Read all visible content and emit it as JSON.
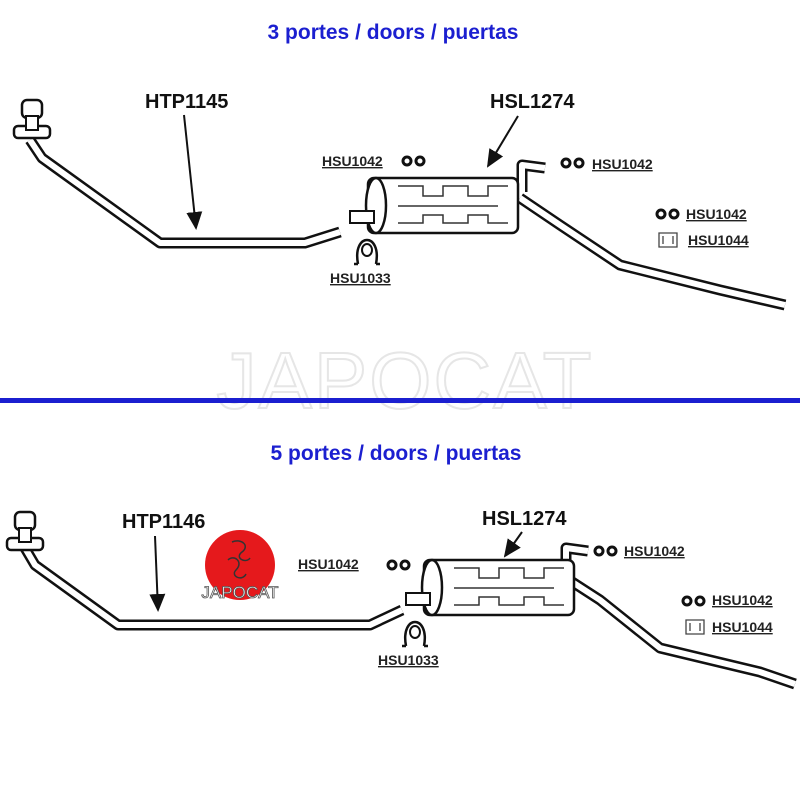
{
  "sections": [
    {
      "title": "3 portes / doors / puertas",
      "front_pipe": "HTP1145",
      "silencer": "HSL1274",
      "parts": {
        "rubber_left": "HSU1042",
        "rubber_right": "HSU1042",
        "rubber_rear": "HSU1042",
        "bracket": "HSU1044",
        "clamp": "HSU1033"
      }
    },
    {
      "title": "5 portes / doors / puertas",
      "front_pipe": "HTP1146",
      "silencer": "HSL1274",
      "parts": {
        "rubber_left": "HSU1042",
        "rubber_right": "HSU1042",
        "rubber_rear": "HSU1042",
        "bracket": "HSU1044",
        "clamp": "HSU1033"
      }
    }
  ],
  "watermark": "JAPOCAT",
  "logo": "JAPOCAT",
  "colors": {
    "title": "#1b1fd0",
    "divider": "#1b1fd0",
    "logo": "#e5191c"
  }
}
